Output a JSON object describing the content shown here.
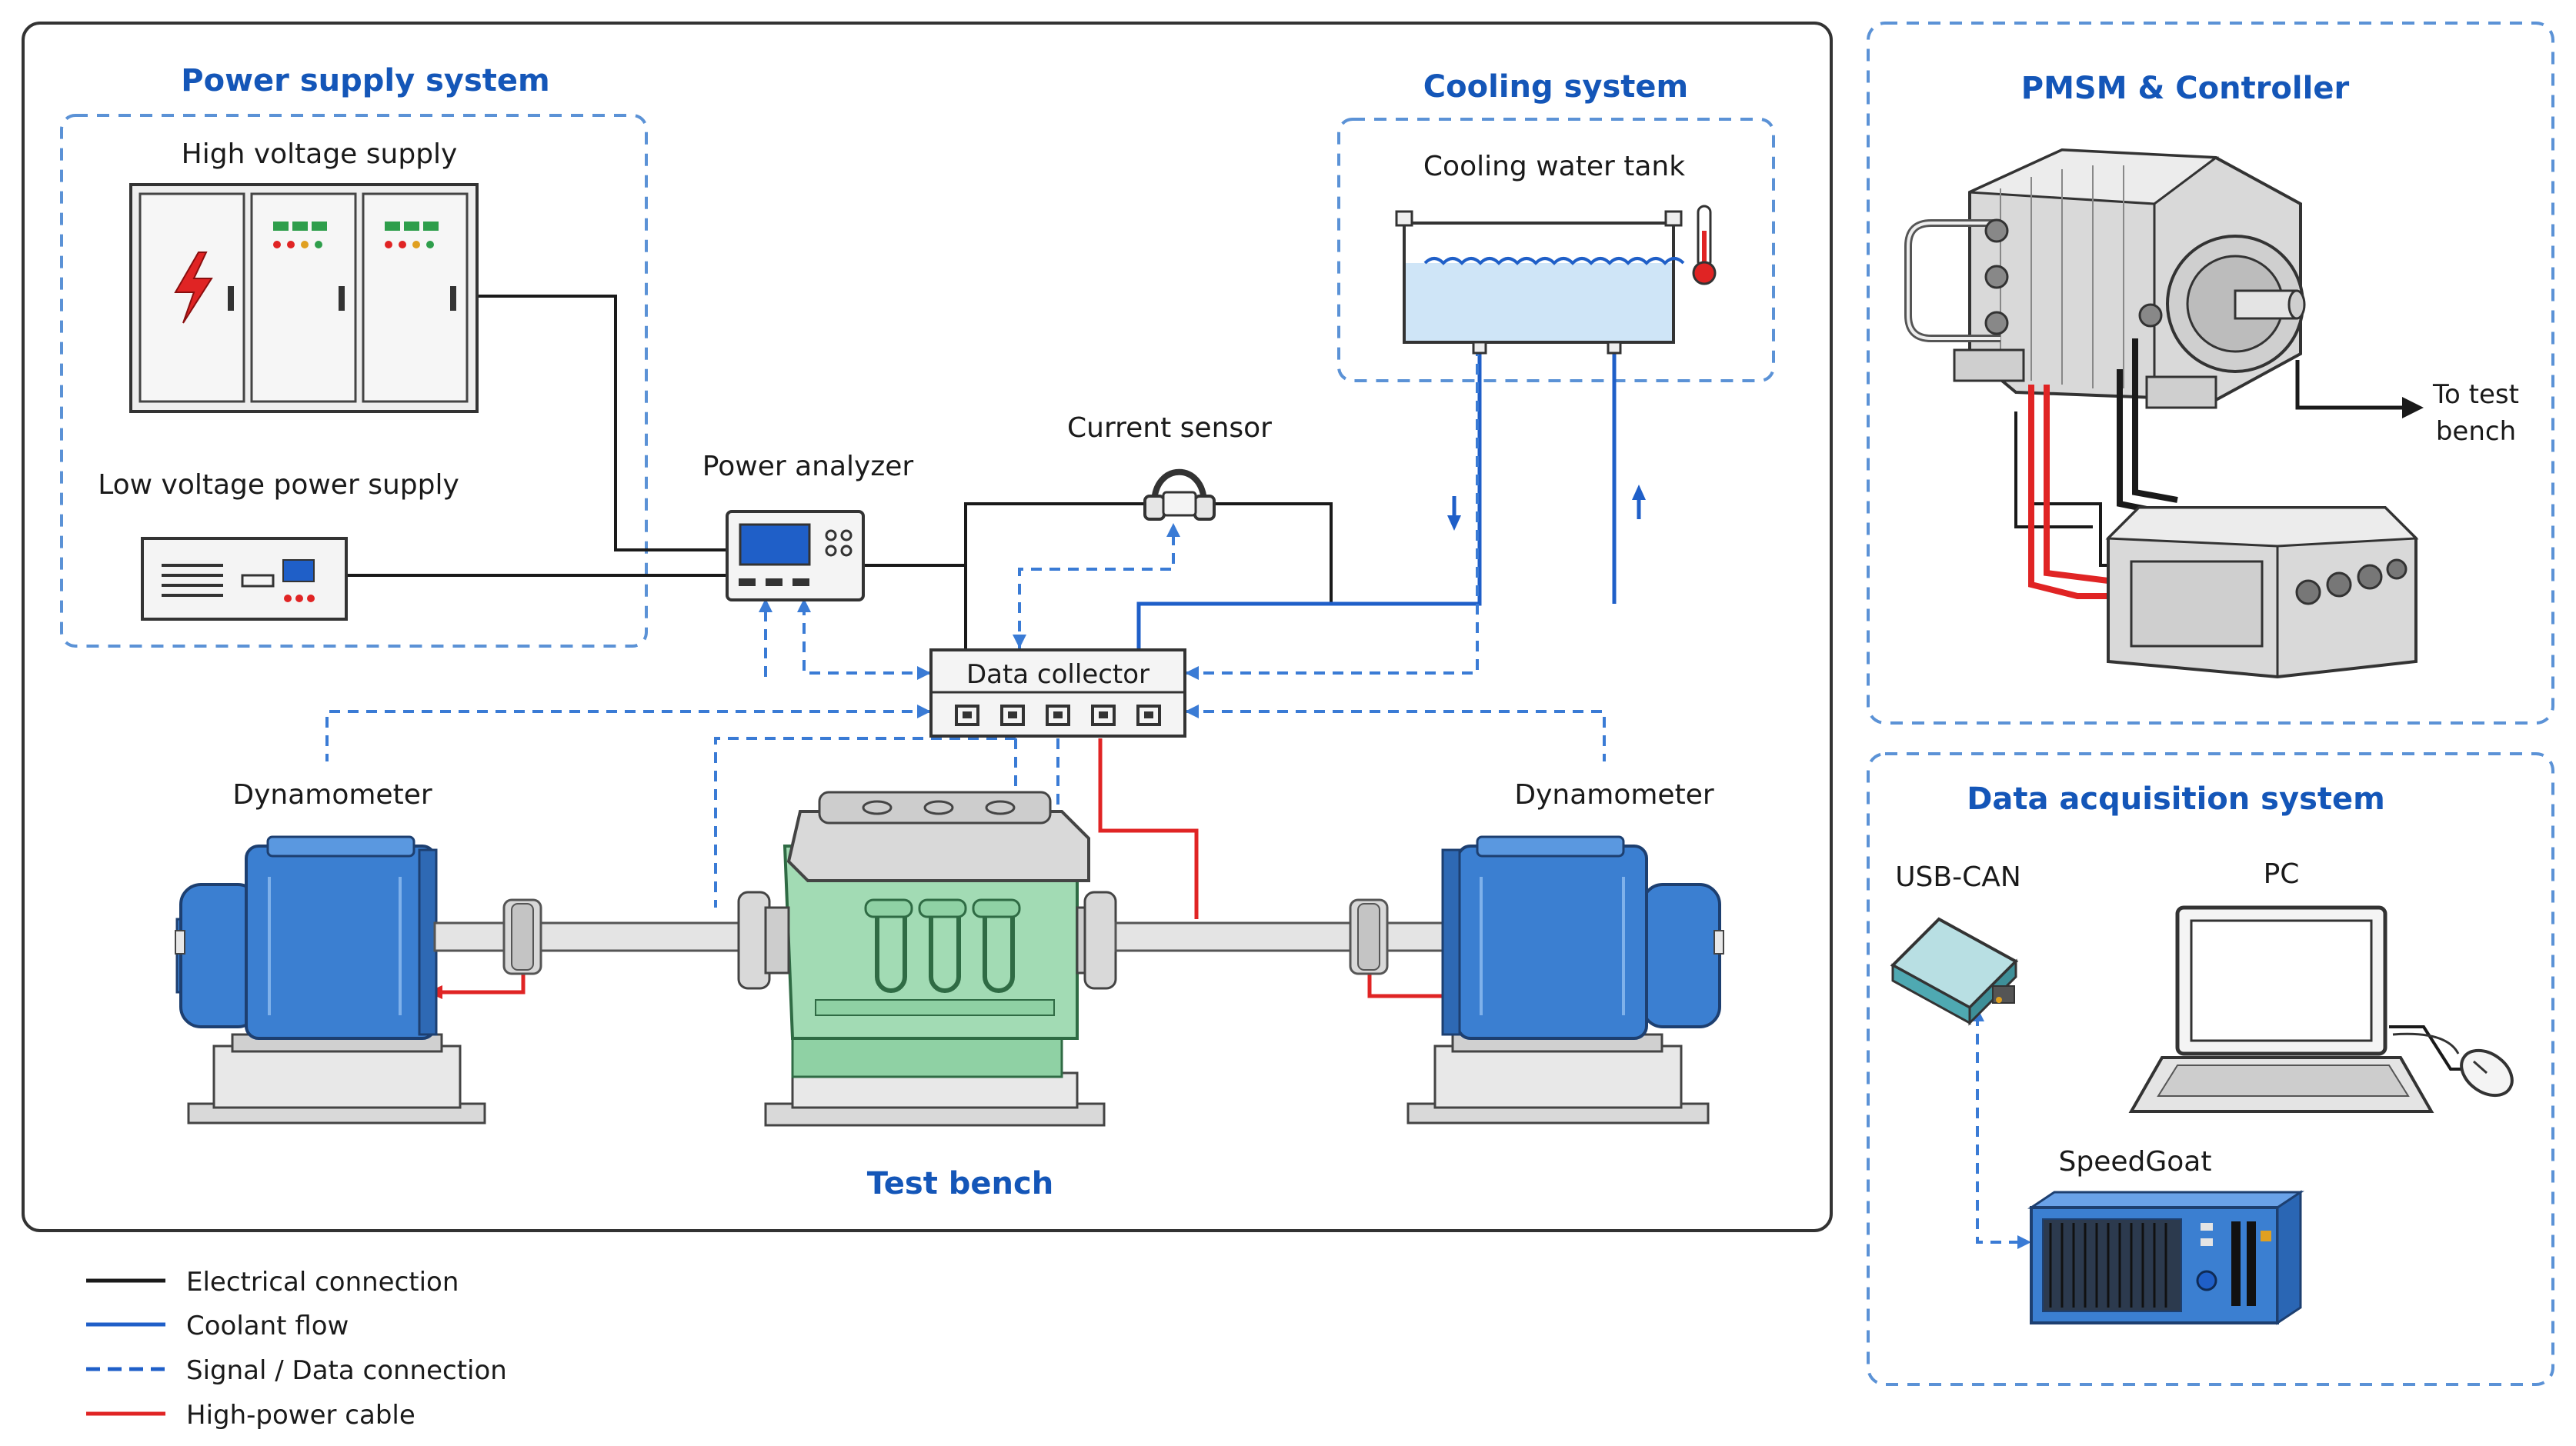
{
  "panels": {
    "power_supply": {
      "title": "Power supply system",
      "high_voltage": "High voltage supply",
      "low_voltage": "Low voltage power supply"
    },
    "cooling": {
      "title": "Cooling system",
      "tank": "Cooling water tank"
    },
    "pmsm": {
      "title": "PMSM & Controller",
      "to_bench_1": "To test",
      "to_bench_2": "bench"
    },
    "daq": {
      "title": "Data acquisition system",
      "usb_can": "USB-CAN",
      "pc": "PC",
      "speedgoat": "SpeedGoat"
    },
    "test_bench": {
      "title": "Test bench",
      "dyno_left": "Dynamometer",
      "dyno_right": "Dynamometer"
    }
  },
  "components": {
    "power_analyzer": "Power analyzer",
    "current_sensor": "Current sensor",
    "data_collector": "Data collector"
  },
  "legend": [
    {
      "label": "Electrical connection",
      "color": "#1a1a1a",
      "style": "solid"
    },
    {
      "label": "Coolant flow",
      "color": "#1f5fc8",
      "style": "solid"
    },
    {
      "label": "Signal / Data connection",
      "color": "#1f5fc8",
      "style": "dashed"
    },
    {
      "label": "High-power cable",
      "color": "#e02424",
      "style": "solid"
    }
  ],
  "colors": {
    "accent": "#1456b8",
    "electrical": "#1a1a1a",
    "coolant": "#1f5fc8",
    "signal": "#3a7bd5",
    "high_power": "#e02424",
    "motor_blue": "#3b7fd1",
    "engine_green": "#8fd1a4"
  }
}
